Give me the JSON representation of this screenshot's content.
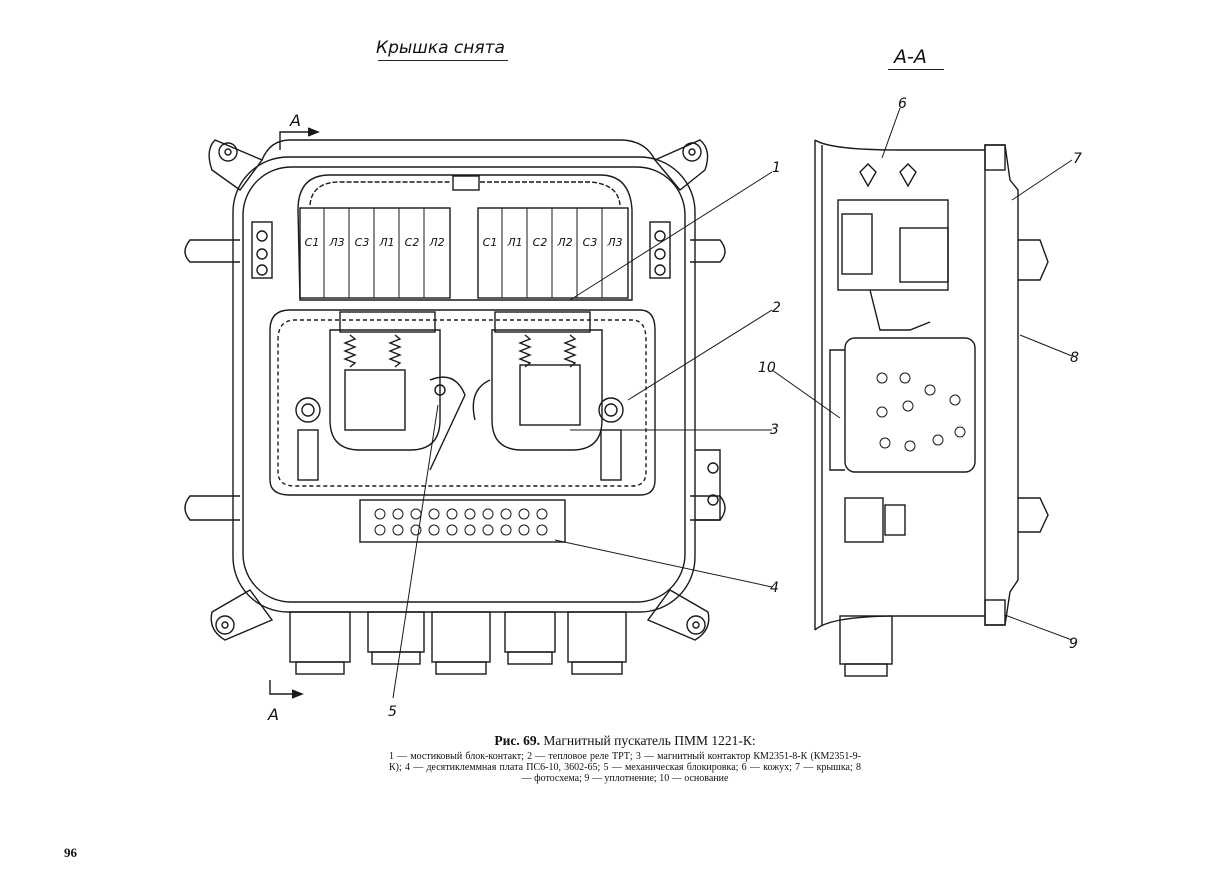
{
  "header": {
    "cover_note": "Крышка снята",
    "section_label": "А-А"
  },
  "front_view": {
    "section_arrow_top": "А",
    "section_arrow_bottom": "А",
    "contact_labels_left": [
      "С1",
      "Л3",
      "С3",
      "Л1",
      "С2",
      "Л2"
    ],
    "contact_labels_right": [
      "С1",
      "Л1",
      "С2",
      "Л2",
      "С3",
      "Л3"
    ]
  },
  "callouts": [
    "1",
    "2",
    "3",
    "4",
    "5",
    "6",
    "7",
    "8",
    "9",
    "10"
  ],
  "caption": {
    "figure_number": "Рис. 69.",
    "title": "Магнитный пускатель ПММ 1221-К:",
    "legend": "1 — мостиковый блок-контакт; 2 — тепловое реле ТРТ; 3 — магнитный контактор КМ2351-8-К (КМ2351-9-К); 4 — десятиклеммная плата ПС6-10, 3602-65; 5 — механическая блокировка; 6 — кожух; 7 — крышка; 8 — фотосхема; 9 — уплотнение; 10 — основание"
  },
  "page_number": "96"
}
